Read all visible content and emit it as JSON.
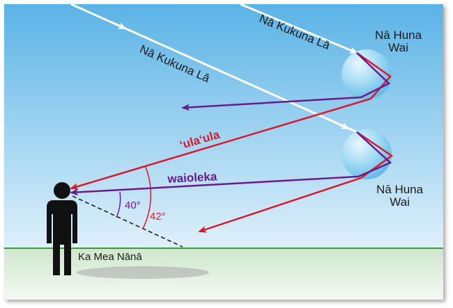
{
  "labels": {
    "sunlight_top": "Nā Kukuna Lā",
    "sunlight_mid": "Nā Kukuna Lā",
    "droplet_top": [
      "Nā Huna",
      "Wai"
    ],
    "droplet_bottom": [
      "Nā Huna",
      "Wai"
    ],
    "red": "ʻulaʻula",
    "violet": "waioleka",
    "angle_violet": "40°",
    "angle_red": "42°",
    "observer": "Ka Mea Nānā"
  },
  "colors": {
    "sky_top": "#5ab3e6",
    "sky_bottom": "#dff0fa",
    "ground_top": "#cfe6cc",
    "ground_bottom": "#f4faf3",
    "horizon": "#3a9a3a",
    "red_ray": "#d9182b",
    "violet_ray": "#6b1a8c",
    "sun_ray": "#ffffff",
    "droplet": "#8fd0f0",
    "observer": "#111111"
  },
  "icons": {
    "observer": "person-silhouette-icon",
    "droplet": "water-droplet-icon"
  }
}
